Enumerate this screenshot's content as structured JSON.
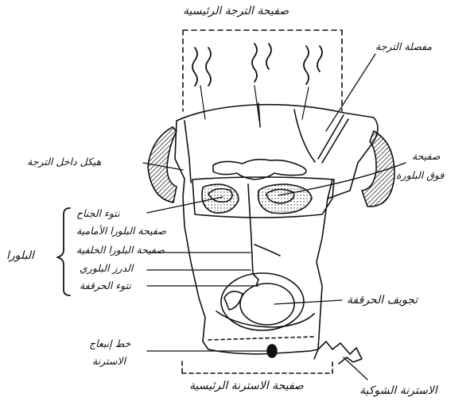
{
  "labels": {
    "top_tergal_plate": "صفيحة الترجة الرئيسية",
    "tergal_crest": "مفصلة الترجة",
    "endoskeleton_tergum": "هيكل داخل الترجة",
    "supra_pleural_plate_line1": "صفيحة",
    "supra_pleural_plate_line2": "فوق البلورة",
    "wing_process": "نتوء الجناح",
    "pleural_plates": "صفيحة البلورا الأمامية",
    "posterior_pleural_plate": "صفيحة البلورا الخلفية",
    "pleural_suture": "الدرز البلوري",
    "coxal_process": "نتوء الحرقفة",
    "pleura": "البلورا",
    "coxal_cavity": "تجويف الحرقفة",
    "sternal_invagination_line1": "خط إنبعاج",
    "sternal_invagination_line2": "الاسترنة",
    "main_sternal_plate": "صفيحة الاسترنة الرئيسية",
    "spinasternum": "الاسترنة الشوكية"
  },
  "colors": {
    "ink": "#111111",
    "paper": "#ffffff"
  }
}
